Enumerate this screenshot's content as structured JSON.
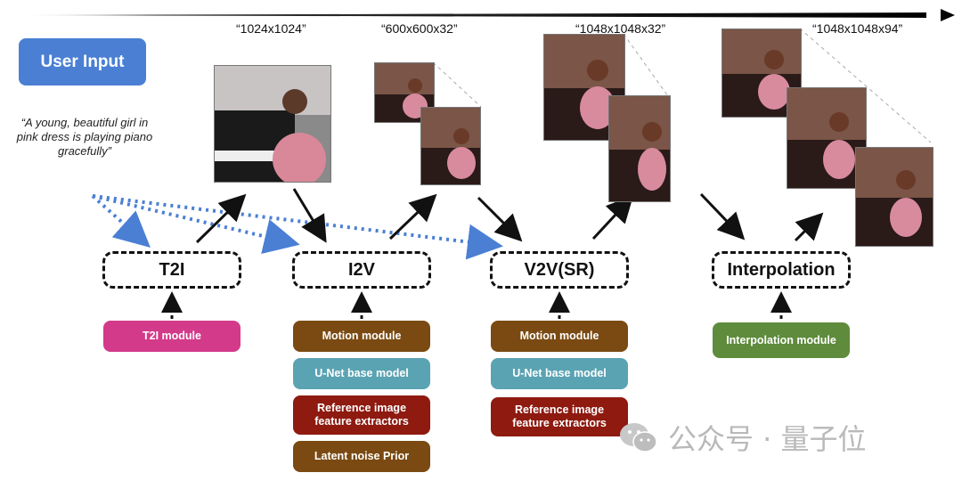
{
  "user_input": {
    "label": "User Input"
  },
  "prompt": {
    "text": "“A young, beautiful girl in pink dress is playing piano gracefully”"
  },
  "resolutions": [
    {
      "label": "“1024x1024”"
    },
    {
      "label": "“600x600x32”"
    },
    {
      "label": "“1048x1048x32”"
    },
    {
      "label": "“1048x1048x94”"
    }
  ],
  "stages": [
    {
      "label": "T2I"
    },
    {
      "label": "I2V"
    },
    {
      "label": "V2V(SR)"
    },
    {
      "label": "Interpolation"
    }
  ],
  "modules": {
    "t2i": [
      {
        "label": "T2I module",
        "color": "#d33a8a"
      }
    ],
    "i2v": [
      {
        "label": "Motion module",
        "color": "#7a4a12"
      },
      {
        "label": "U-Net base model",
        "color": "#5aa3b3"
      },
      {
        "label": "Reference image feature extractors",
        "color": "#8e1a10"
      },
      {
        "label": "Latent noise Prior",
        "color": "#7a4a12"
      }
    ],
    "v2v": [
      {
        "label": "Motion module",
        "color": "#7a4a12"
      },
      {
        "label": "U-Net base model",
        "color": "#5aa3b3"
      },
      {
        "label": "Reference image feature extractors",
        "color": "#8e1a10"
      }
    ],
    "interp": [
      {
        "label": "Interpolation module",
        "color": "#5e8b3c"
      }
    ]
  },
  "colors": {
    "prompt_arrows": "#4a7fd4",
    "flow_arrows": "#111111"
  },
  "watermark": {
    "text": "公众号 · 量子位",
    "icon": "wechat-icon"
  }
}
